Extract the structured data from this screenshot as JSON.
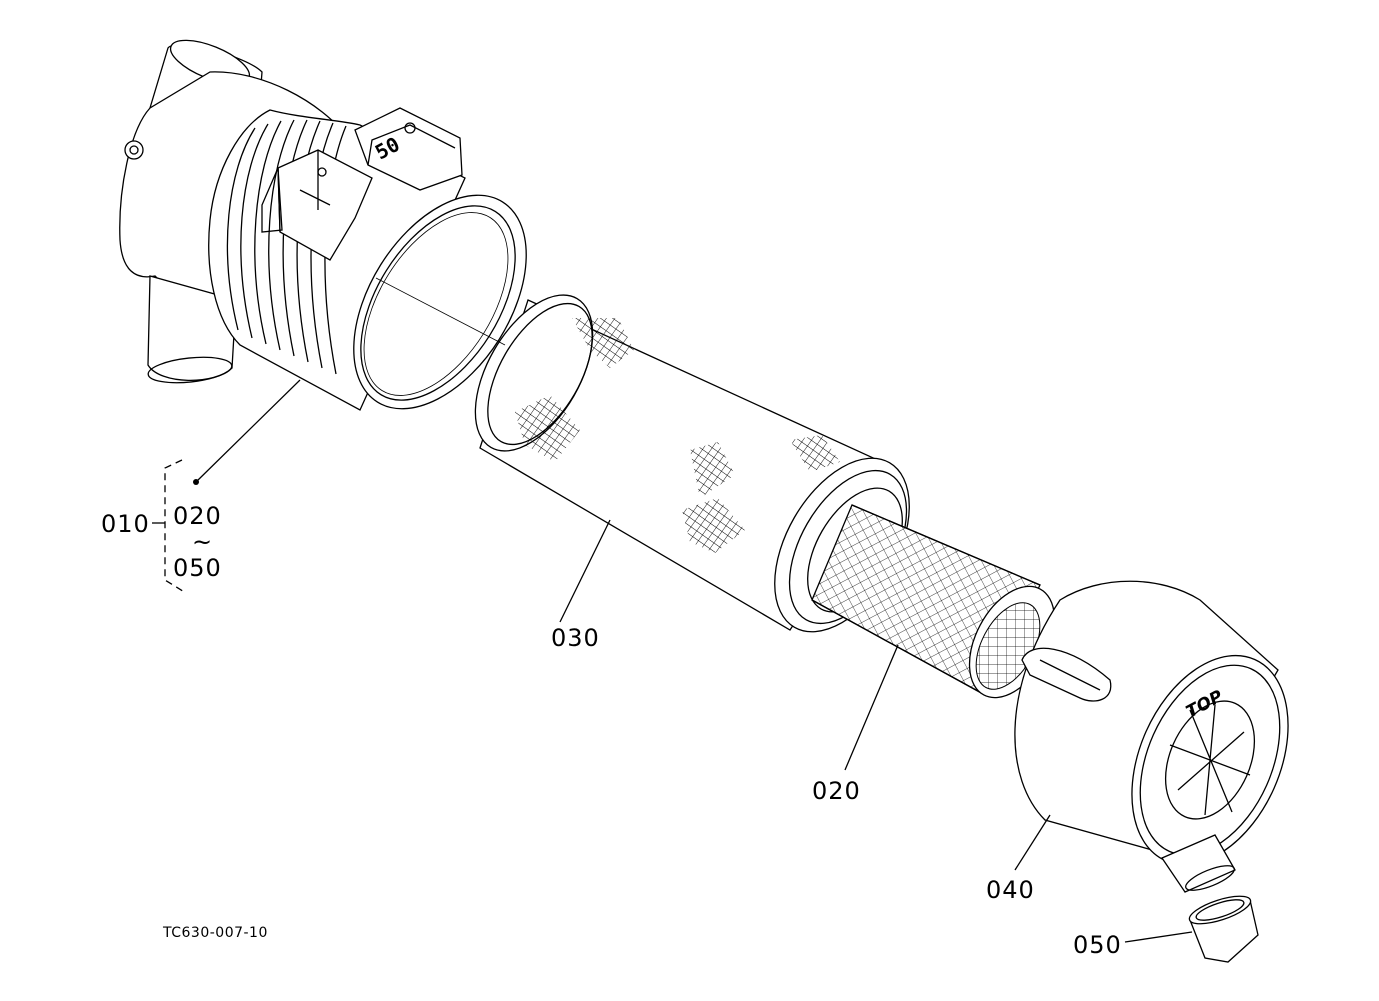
{
  "drawing_code": "TC630-007-10",
  "assembly": {
    "number": "010",
    "range_start": "020",
    "range_symbol": "~",
    "range_end": "050"
  },
  "parts": [
    {
      "number": "020"
    },
    {
      "number": "030"
    },
    {
      "number": "040"
    },
    {
      "number": "050"
    }
  ],
  "cover_marking": "TOP"
}
